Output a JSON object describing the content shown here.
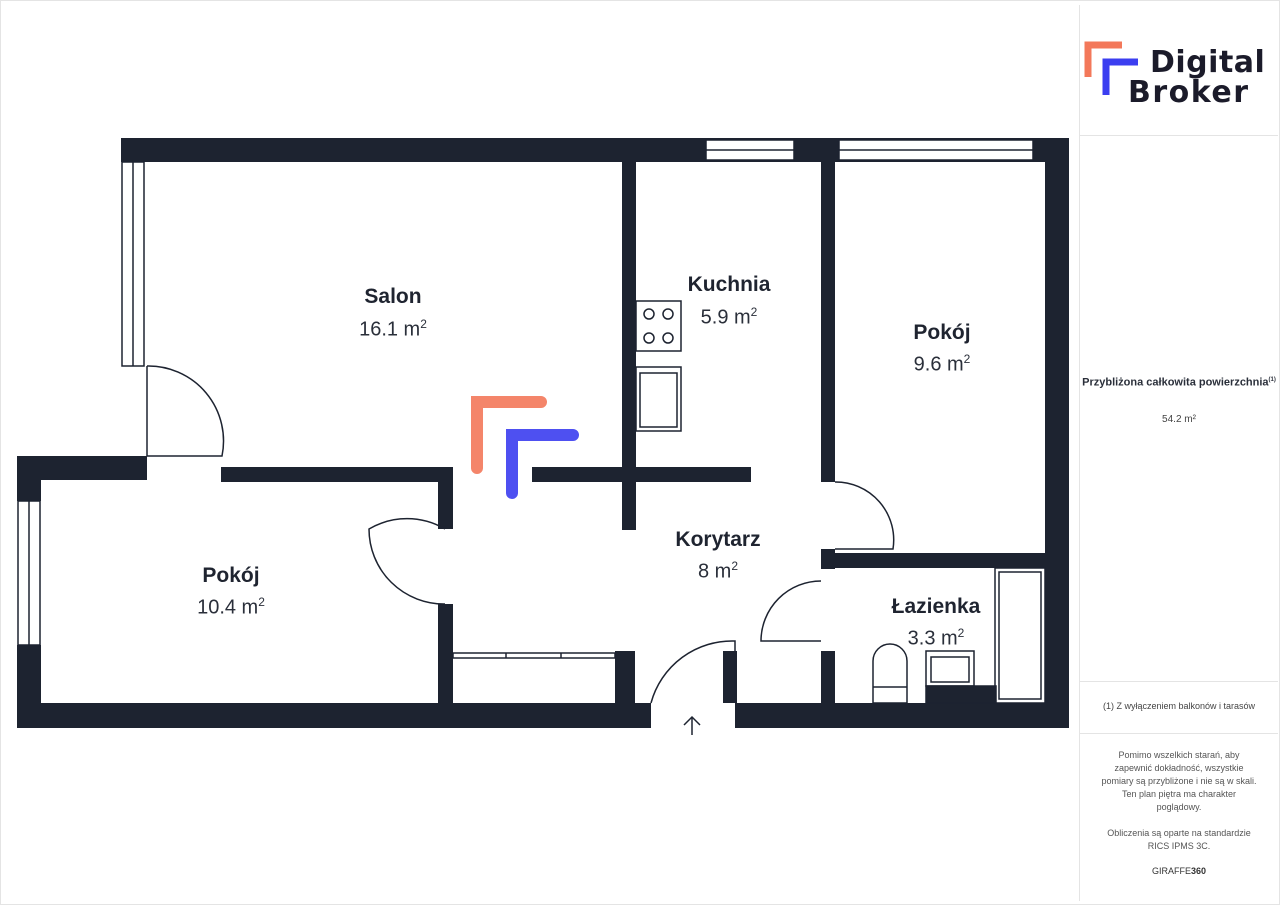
{
  "brand": {
    "line1": "Digital",
    "line2": "Broker",
    "colors": {
      "orange": "#f3785a",
      "blue": "#3b3ef0",
      "wall": "#1d2330"
    }
  },
  "rooms": [
    {
      "id": "salon",
      "name": "Salon",
      "area": "16.1 m",
      "unit_sup": "2"
    },
    {
      "id": "kuchnia",
      "name": "Kuchnia",
      "area": "5.9 m",
      "unit_sup": "2"
    },
    {
      "id": "pokoj-right",
      "name": "Pokój",
      "area": "9.6 m",
      "unit_sup": "2"
    },
    {
      "id": "pokoj-left",
      "name": "Pokój",
      "area": "10.4 m",
      "unit_sup": "2"
    },
    {
      "id": "korytarz",
      "name": "Korytarz",
      "area": "8 m",
      "unit_sup": "2"
    },
    {
      "id": "lazienka",
      "name": "Łazienka",
      "area": "3.3 m",
      "unit_sup": "2"
    }
  ],
  "sidebar": {
    "total_label": "Przybliżona całkowita powierzchnia",
    "total_sup": "(1)",
    "total_value": "54.2 m²",
    "note": "(1) Z wyłączeniem balkonów i tarasów",
    "disclaimer": "Pomimo wszelkich starań, aby zapewnić dokładność, wszystkie pomiary są przybliżone i nie są w skali. Ten plan piętra ma charakter poglądowy.",
    "calc": "Obliczenia są oparte na standardzie RICS IPMS 3C.",
    "giraffe_a": "GIRAFFE",
    "giraffe_b": "360"
  }
}
